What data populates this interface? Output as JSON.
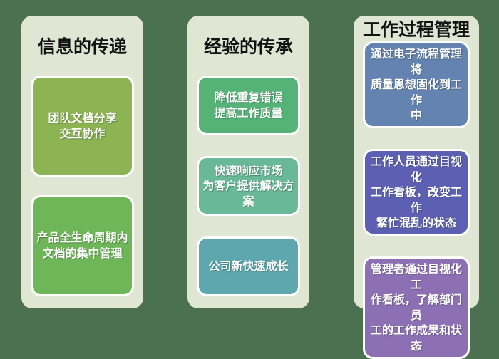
{
  "background_color": "#4b7150",
  "panel_color": "#dfe6d4",
  "columns": [
    {
      "title": "信息的传递",
      "boxes": [
        {
          "text": "团队文档分享\n交互协作",
          "color": "#8cb453"
        },
        {
          "text": "产品全生命周期内\n文档的集中管理",
          "color": "#6eb657"
        }
      ]
    },
    {
      "title": "经验的传承",
      "boxes": [
        {
          "text": "降低重复错误\n提高工作质量",
          "color": "#55b377"
        },
        {
          "text": "快速响应市场\n为客户提供解决方案",
          "color": "#69b898"
        },
        {
          "text": "公司新快速成长",
          "color": "#5fa7ae"
        }
      ]
    },
    {
      "title": "工作过程管理",
      "boxes": [
        {
          "text": "通过电子流程管理将\n质量思想固化到工作\n中",
          "color": "#6583b0"
        },
        {
          "text": "工作人员通过目视化\n工作看板，改变工作\n繁忙混乱的状态",
          "color": "#5d60b2"
        },
        {
          "text": "管理者通过目视化工\n作看板，了解部门员\n工的工作成果和状态",
          "color": "#8d70b3"
        }
      ]
    }
  ]
}
